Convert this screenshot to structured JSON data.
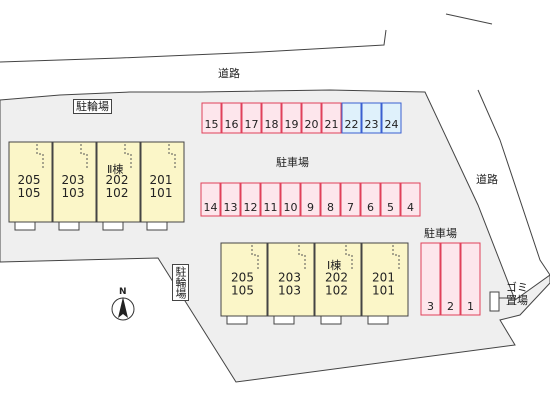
{
  "labels": {
    "road_top": "道路",
    "road_right": "道路",
    "bicycle_top": "駐輪場",
    "bicycle_left": "駐輪場",
    "parking_center": "駐車場",
    "parking_right": "駐車場",
    "garbage": "ゴミ置場",
    "building_1": "Ⅰ棟",
    "building_2": "Ⅱ棟",
    "north": "N"
  },
  "parking_top_row": [
    {
      "n": "15",
      "c": "red"
    },
    {
      "n": "16",
      "c": "red"
    },
    {
      "n": "17",
      "c": "red"
    },
    {
      "n": "18",
      "c": "red"
    },
    {
      "n": "19",
      "c": "red"
    },
    {
      "n": "20",
      "c": "red"
    },
    {
      "n": "21",
      "c": "red"
    },
    {
      "n": "22",
      "c": "blue"
    },
    {
      "n": "23",
      "c": "blue"
    },
    {
      "n": "24",
      "c": "blue"
    }
  ],
  "parking_mid_row": [
    "14",
    "13",
    "12",
    "11",
    "10",
    "9",
    "8",
    "7",
    "6",
    "5",
    "4"
  ],
  "parking_right_row": [
    "3",
    "2",
    "1"
  ],
  "building_2_units": [
    {
      "upper": "205",
      "lower": "105"
    },
    {
      "upper": "203",
      "lower": "103"
    },
    {
      "upper": "202",
      "lower": "102"
    },
    {
      "upper": "201",
      "lower": "101"
    }
  ],
  "building_1_units": [
    {
      "upper": "205",
      "lower": "105"
    },
    {
      "upper": "203",
      "lower": "103"
    },
    {
      "upper": "202",
      "lower": "102"
    },
    {
      "upper": "201",
      "lower": "101"
    }
  ],
  "colors": {
    "ground": "#efefef",
    "building": "#fbf6c8",
    "parking_red_fill": "#fde6ec",
    "parking_red_stroke": "#e0405a",
    "parking_blue_fill": "#dff1fb",
    "parking_blue_stroke": "#3a5fd0"
  }
}
